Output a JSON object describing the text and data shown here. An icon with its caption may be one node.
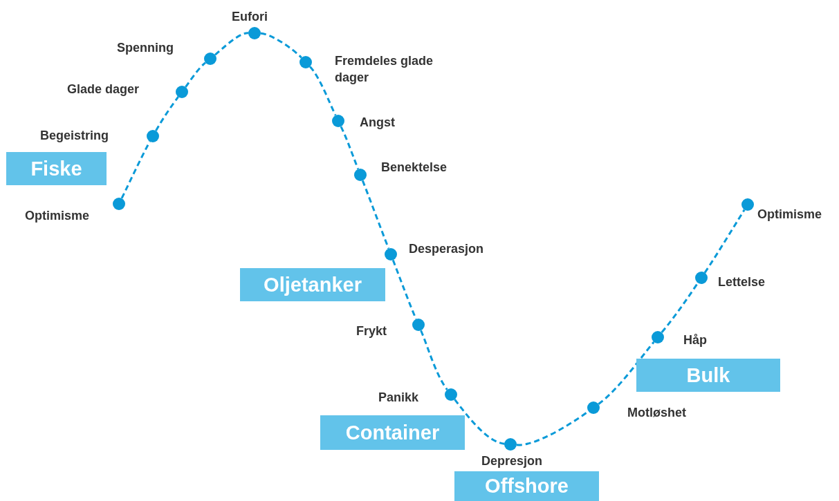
{
  "diagram": {
    "nodes": [
      {
        "text": [],
        "shape": "circle",
        "beside": [
          "Optimisme"
        ]
      },
      {
        "text": [],
        "shape": "circle"
      },
      {
        "text": [],
        "shape": "circle",
        "beside": [
          "Glade dager"
        ]
      },
      {
        "text": [],
        "shape": "circle",
        "beside": [
          "Spenning"
        ]
      },
      {
        "text": [],
        "shape": "circle",
        "beside": [
          "Eufori"
        ]
      },
      {
        "text": [],
        "shape": "circle",
        "beside": [
          "Fremdeles glade dager"
        ]
      },
      {
        "text": [],
        "shape": "circle",
        "beside": [
          "Angst"
        ]
      },
      {
        "text": [],
        "shape": "circle",
        "beside": [
          "Benektelse"
        ]
      },
      {
        "text": [],
        "shape": "circle",
        "beside": [
          "Desperasjon"
        ]
      },
      {
        "text": [],
        "shape": "circle",
        "beside": [
          "Frykt"
        ]
      },
      {
        "text": [],
        "shape": "circle"
      },
      {
        "text": [],
        "shape": "circle",
        "beside": [
          "Depresjon"
        ]
      },
      {
        "text": [],
        "shape": "circle"
      },
      {
        "text": [],
        "shape": "circle"
      },
      {
        "text": [],
        "shape": "circle",
        "beside": [
          "Lettelse"
        ]
      },
      {
        "text": [],
        "shape": "circle",
        "beside": [
          "Optimisme"
        ]
      },
      {
        "text": [
          "Fiske"
        ]
      },
      {
        "text": [
          "Oljetanker"
        ]
      },
      {
        "text": [
          "Container"
        ]
      },
      {
        "text": [
          "Offshore"
        ]
      },
      {
        "text": [
          "Bulk"
        ]
      }
    ],
    "edges": [
      {
        "from": 0,
        "to": 1,
        "arrow": "none",
        "style": "dashed"
      },
      {
        "from": 1,
        "to": 2,
        "arrow": "none",
        "style": "dashed"
      },
      {
        "from": 2,
        "to": 3,
        "arrow": "none",
        "style": "dashed"
      },
      {
        "from": 3,
        "to": 4,
        "arrow": "none",
        "style": "dashed"
      },
      {
        "from": 4,
        "to": 5,
        "arrow": "none",
        "style": "dashed"
      },
      {
        "from": 5,
        "to": 6,
        "arrow": "none",
        "style": "dashed"
      },
      {
        "from": 6,
        "to": 7,
        "arrow": "none",
        "style": "dashed"
      },
      {
        "from": 7,
        "to": 8,
        "arrow": "none",
        "style": "dashed"
      },
      {
        "from": 8,
        "to": 9,
        "arrow": "none",
        "style": "dashed"
      },
      {
        "from": 9,
        "to": 10,
        "arrow": "none",
        "style": "dashed"
      },
      {
        "from": 10,
        "to": 11,
        "arrow": "none",
        "style": "dashed"
      },
      {
        "from": 11,
        "to": 12,
        "arrow": "none",
        "style": "dashed"
      },
      {
        "from": 12,
        "to": 13,
        "arrow": "none",
        "style": "dashed"
      },
      {
        "from": 13,
        "to": 14,
        "arrow": "none",
        "style": "dashed"
      },
      {
        "from": 14,
        "to": 15,
        "arrow": "none",
        "style": "dashed"
      }
    ],
    "labels": [
      "Begeistring",
      "Håp",
      "Panikk",
      "Motløshet"
    ]
  }
}
